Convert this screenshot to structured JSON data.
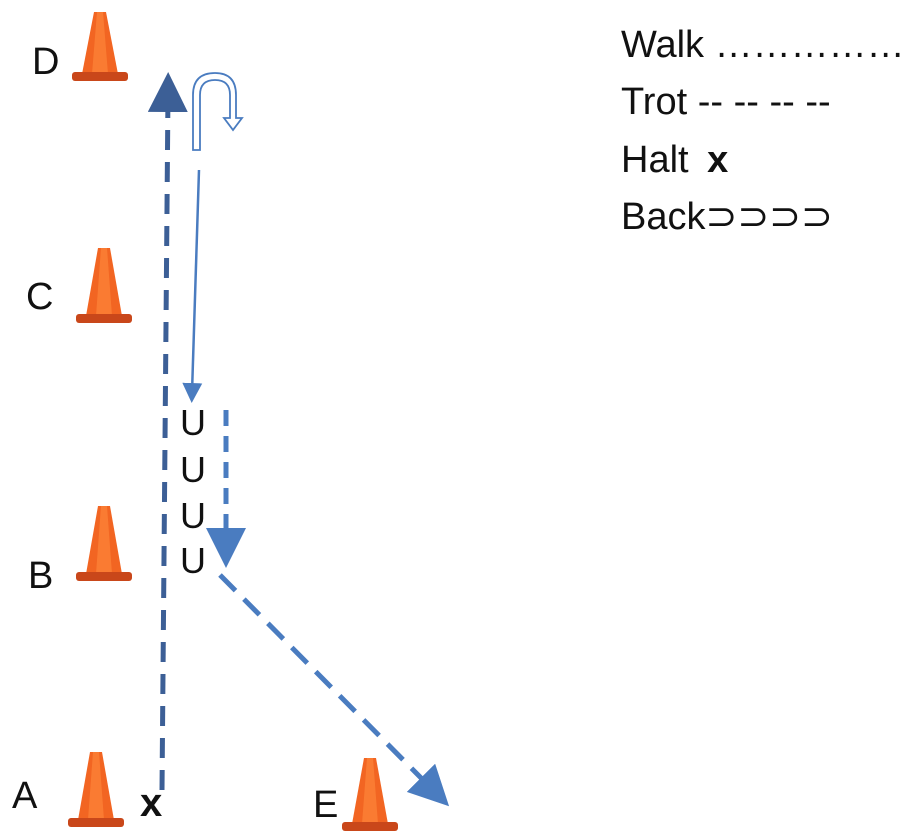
{
  "cones": [
    {
      "letter": "D"
    },
    {
      "letter": "C"
    },
    {
      "letter": "B"
    },
    {
      "letter": "A"
    },
    {
      "letter": "E"
    }
  ],
  "legend": {
    "walk": {
      "label": "Walk",
      "symbol": "……………"
    },
    "trot": {
      "label": "Trot",
      "symbol": "--  --  --  --"
    },
    "halt": {
      "label": "Halt",
      "symbol": "x"
    },
    "back": {
      "label": "Back",
      "symbol": "⊃⊃⊃⊃"
    }
  },
  "back_marks": [
    "U",
    "U",
    "U",
    "U"
  ],
  "halt_mark": "x",
  "colors": {
    "cone": "#f26522",
    "cone_dark": "#c9471a",
    "trot_path": "#3c5f96",
    "walk_path": "#4a7cc0",
    "turn_icon": "#4a7cc0"
  }
}
